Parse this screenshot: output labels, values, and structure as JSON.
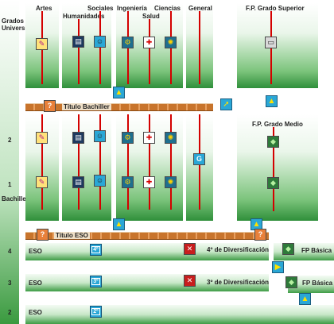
{
  "columns": {
    "artes": "Artes",
    "humanidades": "Humanidades",
    "sociales": "Sociales",
    "ingenieria": "Ingeniería",
    "salud": "Salud",
    "ciencias": "Ciencias",
    "general": "General",
    "fp_superior": "F.P. Grado Superior",
    "fp_medio": "F.P. Grado Medio"
  },
  "left": {
    "grados": "Grados",
    "universitarios": "Universitarios",
    "bachillerato": "Bachillerato",
    "level_2a": "2",
    "level_1": "1",
    "level_4": "4",
    "level_3": "3",
    "level_2b": "2"
  },
  "titles": {
    "bachiller": "Título Bachiller",
    "eso": "Título ESO"
  },
  "eso_rows": {
    "row4": {
      "eso": "ESO",
      "course": "4º",
      "diversificacion": "4º de Diversificación",
      "fp": "FP Básica"
    },
    "row3": {
      "eso": "ESO",
      "course": "3º",
      "diversificacion": "3º de Diversificación",
      "fp": "FP Básica"
    },
    "row2": {
      "eso": "ESO",
      "course": "2º"
    }
  },
  "general_icon": "G",
  "title_icon": "?",
  "colors": {
    "column_green": "#2f8f3a",
    "path_red": "#d40000",
    "brick": "#c8742c",
    "icon_blue": "#2aa7d6",
    "arrow_yellow": "#ffe100"
  }
}
